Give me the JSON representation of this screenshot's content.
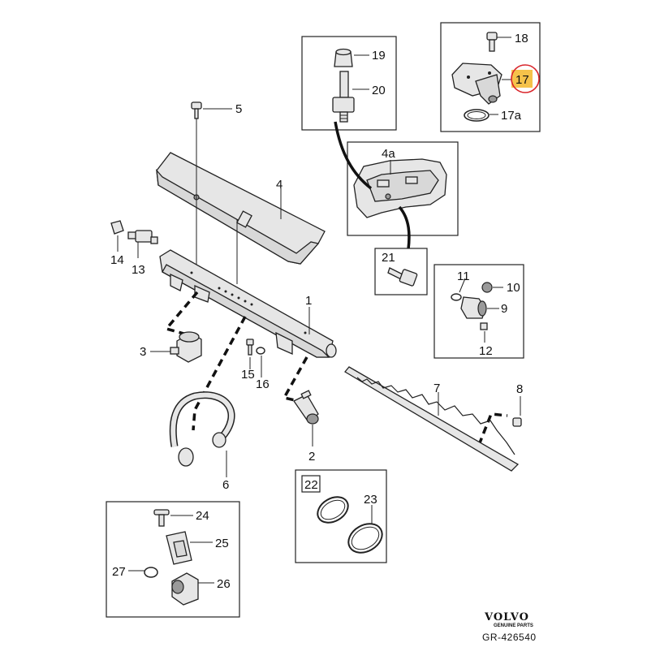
{
  "labels": {
    "p1": "1",
    "p2": "2",
    "p3": "3",
    "p4": "4",
    "p4a": "4a",
    "p5": "5",
    "p6": "6",
    "p7": "7",
    "p8": "8",
    "p9": "9",
    "p10": "10",
    "p11": "11",
    "p12": "12",
    "p13": "13",
    "p14": "14",
    "p15": "15",
    "p16": "16",
    "p17": "17",
    "p17a": "17a",
    "p18": "18",
    "p19": "19",
    "p20": "20",
    "p21": "21",
    "p22": "22",
    "p23": "23",
    "p24": "24",
    "p25": "25",
    "p26": "26",
    "p27": "27"
  },
  "highlight": {
    "part": "17",
    "fill_color": "#f5c24a",
    "circle_color": "#d9252b"
  },
  "brand": {
    "name": "VOLVO",
    "tagline": "GENUINE PARTS"
  },
  "reference": "GR-426540"
}
